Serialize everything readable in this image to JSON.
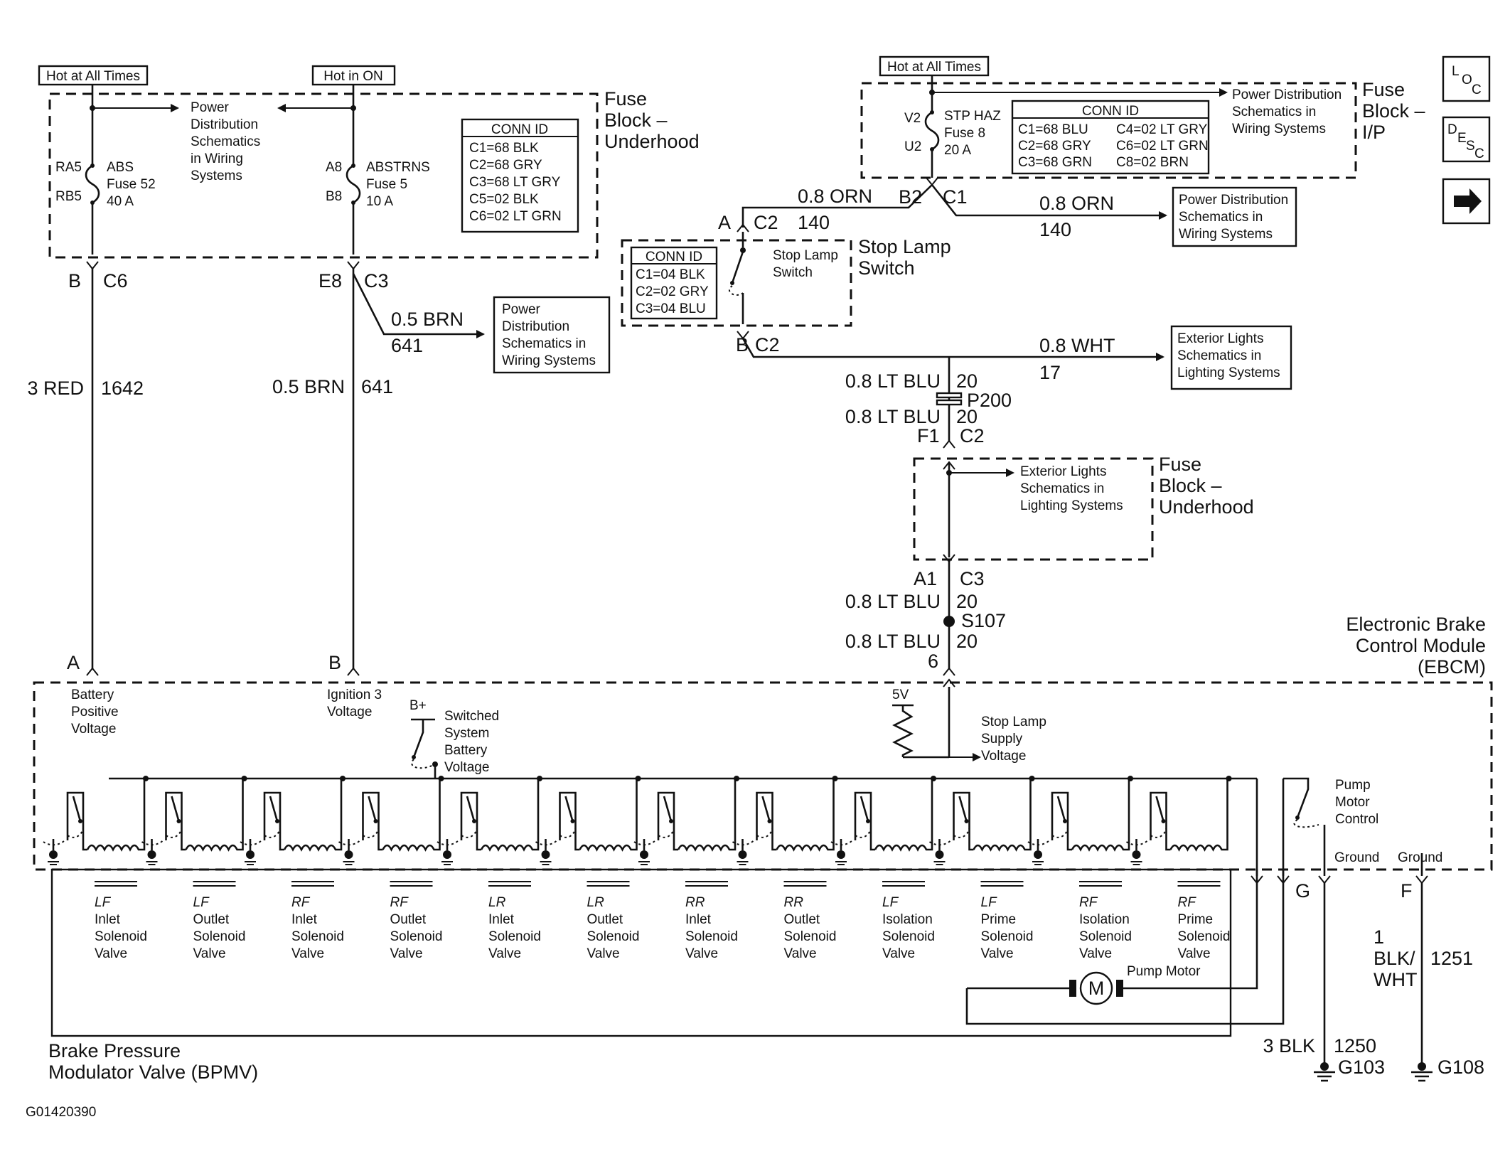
{
  "labels": {
    "hot_all_times_left": "Hot at All Times",
    "hot_in_on": "Hot in ON",
    "hot_all_times_right": "Hot at All Times",
    "fuse_block_underhood_1": [
      "Fuse",
      "Block –",
      "Underhood"
    ],
    "fuse_block_ip": [
      "Fuse",
      "Block –",
      "I/P"
    ],
    "fuse_block_underhood_2": [
      "Fuse",
      "Block –",
      "Underhood"
    ],
    "power_dist_1": [
      "Power",
      "Distribution",
      "Schematics",
      "in Wiring",
      "Systems"
    ],
    "power_dist_2": [
      "Power",
      "Distribution",
      "Schematics in",
      "Wiring Systems"
    ],
    "power_dist_3": [
      "Power Distribution",
      "Schematics in",
      "Wiring Systems"
    ],
    "power_dist_4": [
      "Power Distribution",
      "Schematics in",
      "Wiring Systems"
    ],
    "exterior_lights_1": [
      "Exterior Lights",
      "Schematics in",
      "Lighting Systems"
    ],
    "exterior_lights_2": [
      "Exterior Lights",
      "Schematics in",
      "Lighting Systems"
    ],
    "stop_lamp_switch_title": [
      "Stop Lamp",
      "Switch"
    ],
    "stop_lamp_switch_inner": [
      "Stop Lamp",
      "Switch"
    ],
    "ebcm": [
      "Electronic Brake",
      "Control Module",
      "(EBCM)"
    ],
    "bpmv": [
      "Brake Pressure",
      "Modulator Valve (BPMV)"
    ],
    "battery_positive_voltage": [
      "Battery",
      "Positive",
      "Voltage"
    ],
    "ignition_3_voltage": [
      "Ignition 3",
      "Voltage"
    ],
    "switched_system_battery": [
      "Switched",
      "System",
      "Battery",
      "Voltage"
    ],
    "b_plus": "B+",
    "five_v": "5V",
    "stop_lamp_supply": [
      "Stop Lamp",
      "Supply",
      "Voltage"
    ],
    "pump_motor_control": [
      "Pump",
      "Motor",
      "Control"
    ],
    "ground_1": "Ground",
    "ground_2": "Ground",
    "pump_motor": "Pump Motor",
    "motor_symbol": "M",
    "figure_id": "G01420390"
  },
  "fuses": {
    "abs": {
      "name": "ABS",
      "fuse": "Fuse 52",
      "amps": "40 A",
      "pin_top": "RA5",
      "pin_bot": "RB5"
    },
    "abstrns": {
      "name": "ABSTRNS",
      "fuse": "Fuse 5",
      "amps": "10 A",
      "pin_top": "A8",
      "pin_bot": "B8"
    },
    "stp_haz": {
      "name": "STP HAZ",
      "fuse": "Fuse 8",
      "amps": "20 A",
      "pin_top": "V2",
      "pin_bot": "U2"
    }
  },
  "conn_id_tables": {
    "underhood": {
      "title": "CONN ID",
      "rows": [
        "C1=68 BLK",
        "C2=68 GRY",
        "C3=68 LT GRY",
        "C5=02 BLK",
        "C6=02 LT GRN"
      ]
    },
    "ip": {
      "title": "CONN ID",
      "rows": [
        [
          "C1=68 BLU",
          "C4=02 LT GRY"
        ],
        [
          "C2=68 GRY",
          "C6=02 LT GRN"
        ],
        [
          "C3=68 GRN",
          "C8=02 BRN"
        ]
      ]
    },
    "stop_switch": {
      "title": "CONN ID",
      "rows": [
        "C1=04 BLK",
        "C2=02 GRY",
        "C3=04 BLU"
      ]
    }
  },
  "connectors": {
    "b_c6": [
      "B",
      "C6"
    ],
    "e8_c3": [
      "E8",
      "C3"
    ],
    "a_c2": [
      "A",
      "C2"
    ],
    "b2_c1": [
      "B2",
      "C1"
    ],
    "b_c2": [
      "B",
      "C2"
    ],
    "f1_c2": [
      "F1",
      "C2"
    ],
    "a1_c3": [
      "A1",
      "C3"
    ],
    "ebcm_a": "A",
    "ebcm_b": "B",
    "ebcm_6": "6",
    "ebcm_g": "G",
    "ebcm_f": "F",
    "p200": "P200",
    "s107": "S107",
    "g103": "G103",
    "g108": "G108"
  },
  "wires": {
    "red_1642": [
      "3 RED",
      "1642"
    ],
    "brn_641_main": [
      "0.5 BRN",
      "641"
    ],
    "brn_641_branch": [
      "0.5 BRN",
      "641"
    ],
    "orn_140_a": [
      "0.8 ORN",
      "140"
    ],
    "orn_140_b": [
      "0.8 ORN",
      "140"
    ],
    "wht_17": [
      "0.8 WHT",
      "17"
    ],
    "ltblu_20_a": [
      "0.8 LT BLU",
      "20"
    ],
    "ltblu_20_b": [
      "0.8 LT BLU",
      "20"
    ],
    "ltblu_20_c": [
      "0.8 LT BLU",
      "20"
    ],
    "ltblu_20_d": [
      "0.8 LT BLU",
      "20"
    ],
    "blk_1250": [
      "3 BLK",
      "1250"
    ],
    "blkwht_1251": [
      "1",
      "BLK/",
      "WHT",
      "1251"
    ]
  },
  "valves": [
    [
      "LF",
      "Inlet",
      "Solenoid",
      "Valve"
    ],
    [
      "LF",
      "Outlet",
      "Solenoid",
      "Valve"
    ],
    [
      "RF",
      "Inlet",
      "Solenoid",
      "Valve"
    ],
    [
      "RF",
      "Outlet",
      "Solenoid",
      "Valve"
    ],
    [
      "LR",
      "Inlet",
      "Solenoid",
      "Valve"
    ],
    [
      "LR",
      "Outlet",
      "Solenoid",
      "Valve"
    ],
    [
      "RR",
      "Inlet",
      "Solenoid",
      "Valve"
    ],
    [
      "RR",
      "Outlet",
      "Solenoid",
      "Valve"
    ],
    [
      "LF",
      "Isolation",
      "Solenoid",
      "Valve"
    ],
    [
      "LF",
      "Prime",
      "Solenoid",
      "Valve"
    ],
    [
      "RF",
      "Isolation",
      "Solenoid",
      "Valve"
    ],
    [
      "RF",
      "Prime",
      "Solenoid",
      "Valve"
    ]
  ],
  "nav_icons": {
    "loc": [
      "L",
      "O",
      "C"
    ],
    "desc": [
      "D",
      "E",
      "S",
      "C"
    ],
    "next": "next-arrow-icon"
  }
}
